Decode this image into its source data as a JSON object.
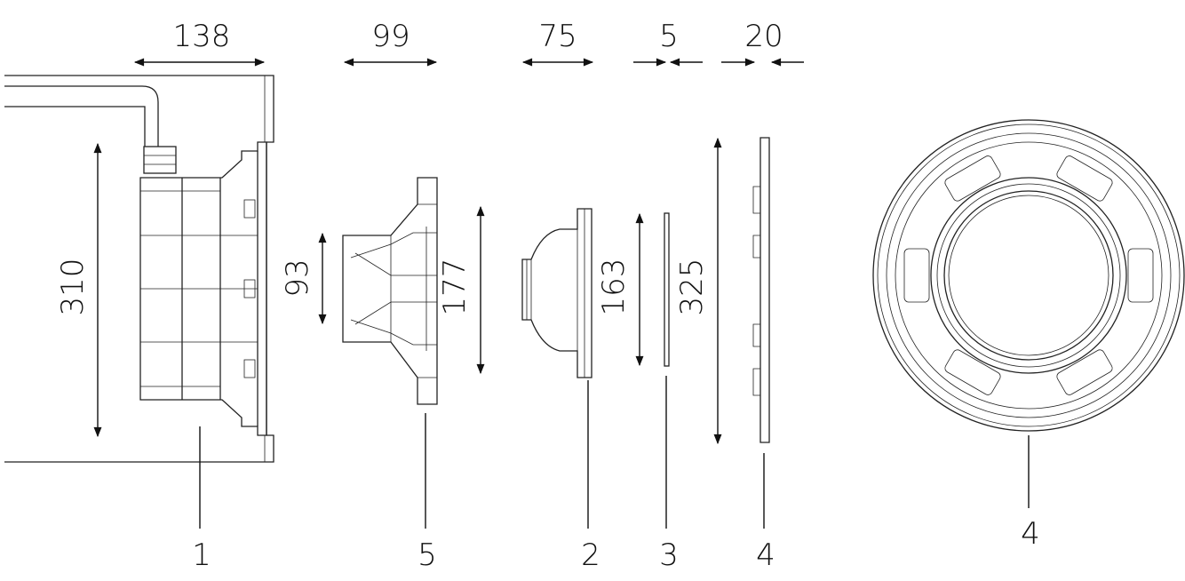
{
  "dimensions": {
    "part1_depth": "138",
    "part5_depth": "99",
    "part2_depth": "75",
    "part3_depth": "5",
    "part4_depth": "20",
    "part1_height": "310",
    "part5_inner_height": "93",
    "part5_height": "177",
    "part2_height": "163",
    "part4_height": "325"
  },
  "part_labels": {
    "part1": "1",
    "part5": "5",
    "part2": "2",
    "part3": "3",
    "part4_side": "4",
    "part4_front": "4"
  }
}
